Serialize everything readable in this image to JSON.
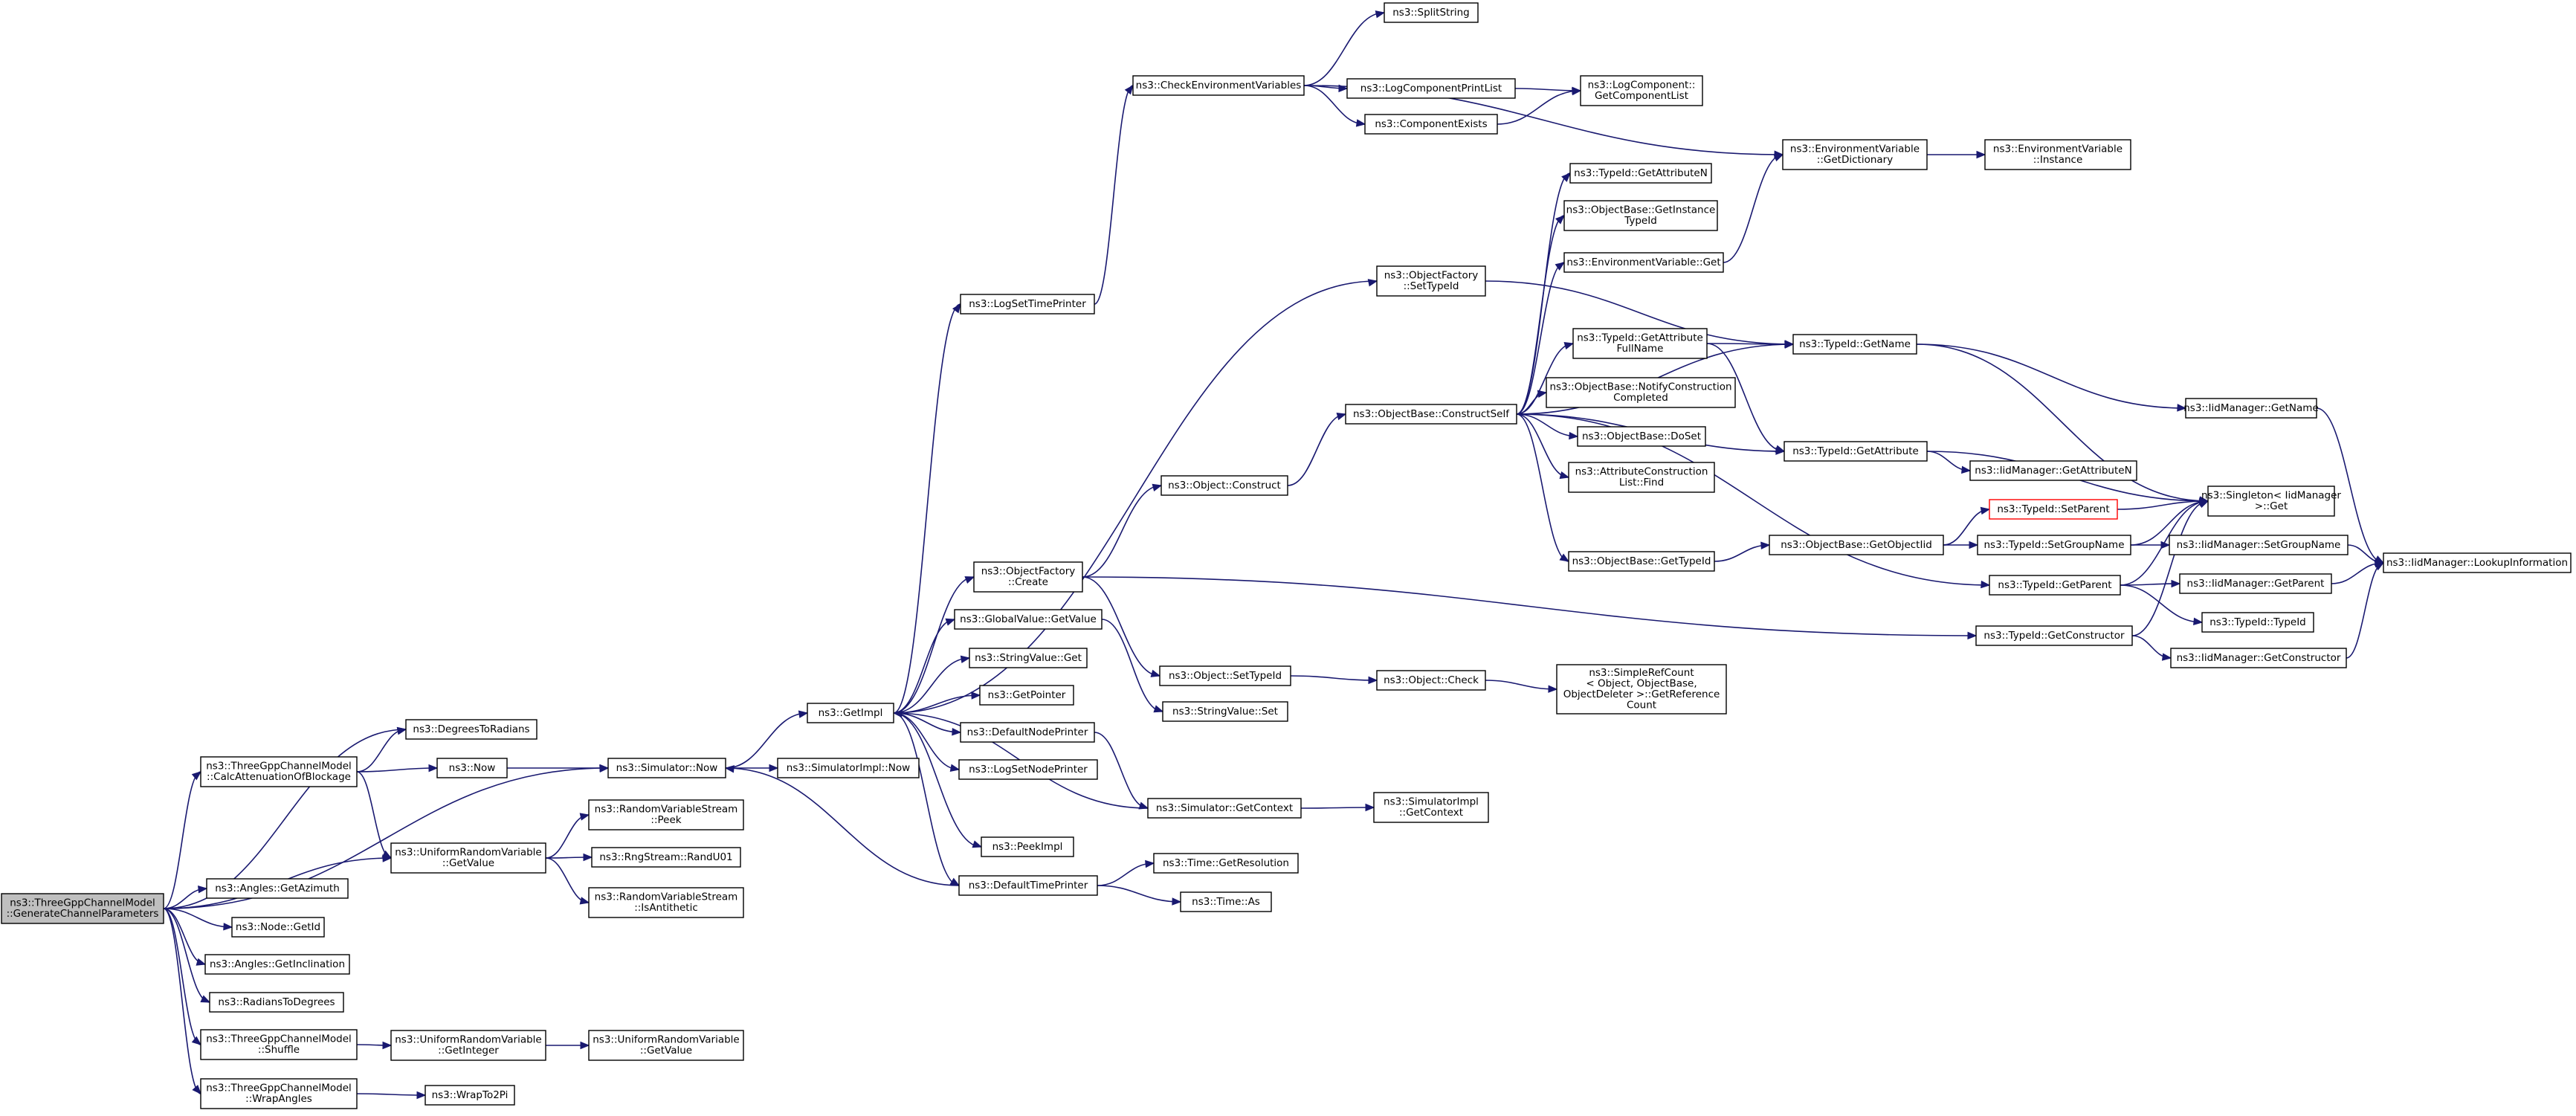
{
  "nodes": [
    {
      "id": "root",
      "lines": [
        "ns3::ThreeGppChannelModel",
        "::GenerateChannelParameters"
      ],
      "root": true
    },
    {
      "id": "deg2rad",
      "lines": [
        "ns3::DegreesToRadians"
      ]
    },
    {
      "id": "calcAtt",
      "lines": [
        "ns3::ThreeGppChannelModel",
        "::CalcAttenuationOfBlockage"
      ]
    },
    {
      "id": "now",
      "lines": [
        "ns3::Now"
      ]
    },
    {
      "id": "uvGet",
      "lines": [
        "ns3::UniformRandomVariable",
        "::GetValue"
      ]
    },
    {
      "id": "getAz",
      "lines": [
        "ns3::Angles::GetAzimuth"
      ]
    },
    {
      "id": "nodeGetId",
      "lines": [
        "ns3::Node::GetId"
      ]
    },
    {
      "id": "getIncl",
      "lines": [
        "ns3::Angles::GetInclination"
      ]
    },
    {
      "id": "rad2deg",
      "lines": [
        "ns3::RadiansToDegrees"
      ]
    },
    {
      "id": "shuffle",
      "lines": [
        "ns3::ThreeGppChannelModel",
        "::Shuffle"
      ]
    },
    {
      "id": "wrapAngles",
      "lines": [
        "ns3::ThreeGppChannelModel",
        "::WrapAngles"
      ]
    },
    {
      "id": "simNow",
      "lines": [
        "ns3::Simulator::Now"
      ]
    },
    {
      "id": "rvsPeek",
      "lines": [
        "ns3::RandomVariableStream",
        "::Peek"
      ]
    },
    {
      "id": "rngRand",
      "lines": [
        "ns3::RngStream::RandU01"
      ]
    },
    {
      "id": "rvsAnti",
      "lines": [
        "ns3::RandomVariableStream",
        "::IsAntithetic"
      ]
    },
    {
      "id": "uvGetInt",
      "lines": [
        "ns3::UniformRandomVariable",
        "::GetInteger"
      ]
    },
    {
      "id": "uvGetVal2",
      "lines": [
        "ns3::UniformRandomVariable",
        "::GetValue"
      ]
    },
    {
      "id": "wrap2pi",
      "lines": [
        "ns3::WrapTo2Pi"
      ]
    },
    {
      "id": "getImpl",
      "lines": [
        "ns3::GetImpl"
      ]
    },
    {
      "id": "simImplNow",
      "lines": [
        "ns3::SimulatorImpl::Now"
      ]
    },
    {
      "id": "logSetTime",
      "lines": [
        "ns3::LogSetTimePrinter"
      ]
    },
    {
      "id": "ofCreate",
      "lines": [
        "ns3::ObjectFactory",
        "::Create"
      ]
    },
    {
      "id": "gvGet",
      "lines": [
        "ns3::GlobalValue::GetValue"
      ]
    },
    {
      "id": "svGet",
      "lines": [
        "ns3::StringValue::Get"
      ]
    },
    {
      "id": "getPtr",
      "lines": [
        "ns3::GetPointer"
      ]
    },
    {
      "id": "defNode",
      "lines": [
        "ns3::DefaultNodePrinter"
      ]
    },
    {
      "id": "logSetNode",
      "lines": [
        "ns3::LogSetNodePrinter"
      ]
    },
    {
      "id": "peekImpl",
      "lines": [
        "ns3::PeekImpl"
      ]
    },
    {
      "id": "defTime",
      "lines": [
        "ns3::DefaultTimePrinter"
      ]
    },
    {
      "id": "checkEnv",
      "lines": [
        "ns3::CheckEnvironmentVariables"
      ]
    },
    {
      "id": "splitStr",
      "lines": [
        "ns3::SplitString"
      ]
    },
    {
      "id": "logCompPrint",
      "lines": [
        "ns3::LogComponentPrintList"
      ]
    },
    {
      "id": "compExists",
      "lines": [
        "ns3::ComponentExists"
      ]
    },
    {
      "id": "logCompList",
      "lines": [
        "ns3::LogComponent::",
        "GetComponentList"
      ]
    },
    {
      "id": "ofSetTypeId",
      "lines": [
        "ns3::ObjectFactory",
        "::SetTypeId"
      ]
    },
    {
      "id": "objConstruct",
      "lines": [
        "ns3::Object::Construct"
      ]
    },
    {
      "id": "objSetTypeId",
      "lines": [
        "ns3::Object::SetTypeId"
      ]
    },
    {
      "id": "svSet",
      "lines": [
        "ns3::StringValue::Set"
      ]
    },
    {
      "id": "simGetCtx",
      "lines": [
        "ns3::Simulator::GetContext"
      ]
    },
    {
      "id": "timeGetRes",
      "lines": [
        "ns3::Time::GetResolution"
      ]
    },
    {
      "id": "timeAs",
      "lines": [
        "ns3::Time::As"
      ]
    },
    {
      "id": "constructSelf",
      "lines": [
        "ns3::ObjectBase::ConstructSelf"
      ]
    },
    {
      "id": "objCheck",
      "lines": [
        "ns3::Object::Check"
      ]
    },
    {
      "id": "simImplCtx",
      "lines": [
        "ns3::SimulatorImpl",
        "::GetContext"
      ]
    },
    {
      "id": "tidGetAttrN",
      "lines": [
        "ns3::TypeId::GetAttributeN"
      ]
    },
    {
      "id": "obGetInst",
      "lines": [
        "ns3::ObjectBase::GetInstance",
        "TypeId"
      ]
    },
    {
      "id": "envGet",
      "lines": [
        "ns3::EnvironmentVariable::Get"
      ]
    },
    {
      "id": "tidGetAttrFull",
      "lines": [
        "ns3::TypeId::GetAttribute",
        "FullName"
      ]
    },
    {
      "id": "obNotify",
      "lines": [
        "ns3::ObjectBase::NotifyConstruction",
        "Completed"
      ]
    },
    {
      "id": "obDoSet",
      "lines": [
        "ns3::ObjectBase::DoSet"
      ]
    },
    {
      "id": "attrFind",
      "lines": [
        "ns3::AttributeConstruction",
        "List::Find"
      ]
    },
    {
      "id": "obGetTid",
      "lines": [
        "ns3::ObjectBase::GetTypeId"
      ]
    },
    {
      "id": "srcGetRef",
      "lines": [
        "ns3::SimpleRefCount",
        "< Object, ObjectBase,",
        "ObjectDeleter >::GetReference",
        "Count"
      ]
    },
    {
      "id": "envGetDict",
      "lines": [
        "ns3::EnvironmentVariable",
        "::GetDictionary"
      ]
    },
    {
      "id": "tidGetName",
      "lines": [
        "ns3::TypeId::GetName"
      ]
    },
    {
      "id": "tidGetAttr",
      "lines": [
        "ns3::TypeId::GetAttribute"
      ]
    },
    {
      "id": "obGetOid",
      "lines": [
        "ns3::ObjectBase::GetObjectIid"
      ]
    },
    {
      "id": "tidGetParent",
      "lines": [
        "ns3::TypeId::GetParent"
      ]
    },
    {
      "id": "tidGetCtor",
      "lines": [
        "ns3::TypeId::GetConstructor"
      ]
    },
    {
      "id": "envInst",
      "lines": [
        "ns3::EnvironmentVariable",
        "::Instance"
      ]
    },
    {
      "id": "iidGetAttrN",
      "lines": [
        "ns3::IidManager::GetAttributeN"
      ]
    },
    {
      "id": "tidSetParent",
      "lines": [
        "ns3::TypeId::SetParent"
      ],
      "red": true
    },
    {
      "id": "tidSetGroup",
      "lines": [
        "ns3::TypeId::SetGroupName"
      ]
    },
    {
      "id": "tidTypeId",
      "lines": [
        "ns3::TypeId::TypeId"
      ]
    },
    {
      "id": "iidGetName",
      "lines": [
        "ns3::IidManager::GetName"
      ]
    },
    {
      "id": "singletonGet",
      "lines": [
        "ns3::Singleton< IidManager",
        " >::Get"
      ]
    },
    {
      "id": "iidSetGroup",
      "lines": [
        "ns3::IidManager::SetGroupName"
      ]
    },
    {
      "id": "iidGetParent",
      "lines": [
        "ns3::IidManager::GetParent"
      ]
    },
    {
      "id": "iidGetCtor",
      "lines": [
        "ns3::IidManager::GetConstructor"
      ]
    },
    {
      "id": "iidLookup",
      "lines": [
        "ns3::IidManager::LookupInformation"
      ]
    }
  ],
  "edges": [
    [
      "root",
      "deg2rad"
    ],
    [
      "root",
      "calcAtt"
    ],
    [
      "root",
      "simNow"
    ],
    [
      "root",
      "uvGet"
    ],
    [
      "root",
      "getAz"
    ],
    [
      "root",
      "nodeGetId"
    ],
    [
      "root",
      "getIncl"
    ],
    [
      "root",
      "rad2deg"
    ],
    [
      "root",
      "shuffle"
    ],
    [
      "root",
      "wrapAngles"
    ],
    [
      "calcAtt",
      "deg2rad"
    ],
    [
      "calcAtt",
      "now"
    ],
    [
      "calcAtt",
      "uvGet"
    ],
    [
      "now",
      "simNow"
    ],
    [
      "uvGet",
      "rvsPeek"
    ],
    [
      "uvGet",
      "rngRand"
    ],
    [
      "uvGet",
      "rvsAnti"
    ],
    [
      "shuffle",
      "uvGetInt"
    ],
    [
      "uvGetInt",
      "uvGetVal2"
    ],
    [
      "wrapAngles",
      "wrap2pi"
    ],
    [
      "simNow",
      "getImpl"
    ],
    [
      "simNow",
      "simImplNow"
    ],
    [
      "getImpl",
      "logSetTime"
    ],
    [
      "getImpl",
      "ofSetTypeId"
    ],
    [
      "getImpl",
      "ofCreate"
    ],
    [
      "getImpl",
      "gvGet"
    ],
    [
      "getImpl",
      "svGet"
    ],
    [
      "getImpl",
      "getPtr"
    ],
    [
      "getImpl",
      "defNode"
    ],
    [
      "getImpl",
      "logSetNode"
    ],
    [
      "getImpl",
      "peekImpl"
    ],
    [
      "getImpl",
      "defTime"
    ],
    [
      "defTime",
      "simNow"
    ],
    [
      "simGetCtx",
      "getImpl"
    ],
    [
      "logSetTime",
      "checkEnv"
    ],
    [
      "checkEnv",
      "splitStr"
    ],
    [
      "checkEnv",
      "envGetDict"
    ],
    [
      "checkEnv",
      "logCompPrint"
    ],
    [
      "checkEnv",
      "compExists"
    ],
    [
      "logCompPrint",
      "logCompList"
    ],
    [
      "compExists",
      "logCompList"
    ],
    [
      "ofSetTypeId",
      "tidGetName"
    ],
    [
      "ofCreate",
      "objConstruct"
    ],
    [
      "ofCreate",
      "objSetTypeId"
    ],
    [
      "ofCreate",
      "tidGetCtor"
    ],
    [
      "gvGet",
      "svSet"
    ],
    [
      "defNode",
      "simGetCtx"
    ],
    [
      "defTime",
      "timeGetRes"
    ],
    [
      "defTime",
      "timeAs"
    ],
    [
      "objConstruct",
      "constructSelf"
    ],
    [
      "objSetTypeId",
      "objCheck"
    ],
    [
      "objCheck",
      "srcGetRef"
    ],
    [
      "simGetCtx",
      "simImplCtx"
    ],
    [
      "constructSelf",
      "tidGetAttrN"
    ],
    [
      "constructSelf",
      "obGetInst"
    ],
    [
      "constructSelf",
      "envGet"
    ],
    [
      "constructSelf",
      "tidGetAttrFull"
    ],
    [
      "constructSelf",
      "tidGetName"
    ],
    [
      "constructSelf",
      "obNotify"
    ],
    [
      "constructSelf",
      "obDoSet"
    ],
    [
      "constructSelf",
      "attrFind"
    ],
    [
      "constructSelf",
      "tidGetAttr"
    ],
    [
      "constructSelf",
      "obGetTid"
    ],
    [
      "constructSelf",
      "tidGetParent"
    ],
    [
      "envGet",
      "envGetDict"
    ],
    [
      "envGetDict",
      "envInst"
    ],
    [
      "tidGetAttrFull",
      "tidGetName"
    ],
    [
      "tidGetAttrFull",
      "tidGetAttr"
    ],
    [
      "obGetTid",
      "obGetOid"
    ],
    [
      "tidGetName",
      "iidGetName"
    ],
    [
      "tidGetName",
      "singletonGet"
    ],
    [
      "tidGetAttr",
      "iidGetAttrN"
    ],
    [
      "tidGetAttr",
      "singletonGet"
    ],
    [
      "obGetOid",
      "tidSetParent"
    ],
    [
      "obGetOid",
      "tidSetGroup"
    ],
    [
      "tidSetParent",
      "singletonGet"
    ],
    [
      "tidSetGroup",
      "singletonGet"
    ],
    [
      "tidSetGroup",
      "iidSetGroup"
    ],
    [
      "tidGetParent",
      "singletonGet"
    ],
    [
      "tidGetParent",
      "iidGetParent"
    ],
    [
      "tidGetParent",
      "tidTypeId"
    ],
    [
      "tidGetCtor",
      "singletonGet"
    ],
    [
      "tidGetCtor",
      "iidGetCtor"
    ],
    [
      "iidGetName",
      "iidLookup"
    ],
    [
      "iidSetGroup",
      "iidLookup"
    ],
    [
      "iidGetParent",
      "iidLookup"
    ],
    [
      "iidGetCtor",
      "iidLookup"
    ]
  ]
}
